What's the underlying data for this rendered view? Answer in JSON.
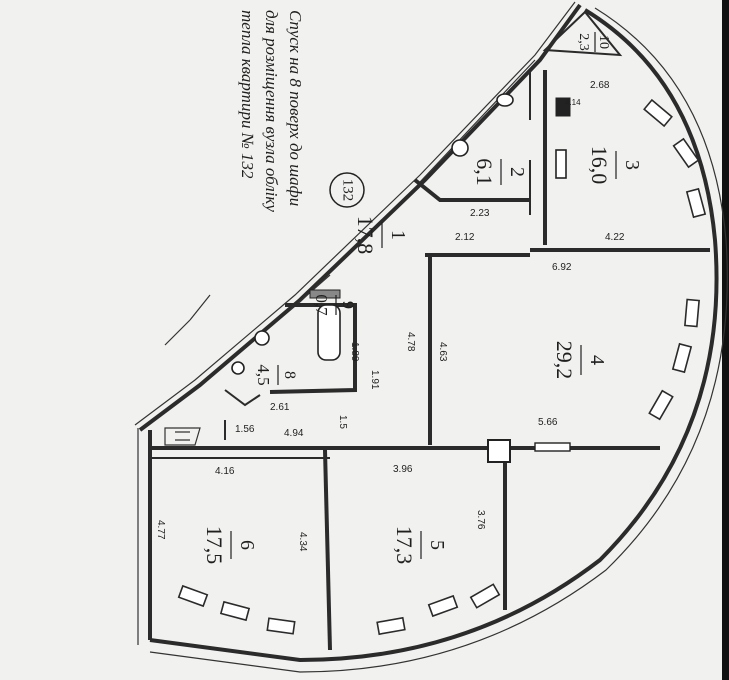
{
  "note": {
    "line1": "Спуск на 8 поверх до шафи",
    "line2": "для розміщення вузла обліку",
    "line3": "тепла квартири № 132"
  },
  "apartment_number": "132",
  "rooms": [
    {
      "id": "r1",
      "number": "1",
      "area": "17,8"
    },
    {
      "id": "r2",
      "number": "2",
      "area": "6,1"
    },
    {
      "id": "r3",
      "number": "3",
      "area": "16,0"
    },
    {
      "id": "r4",
      "number": "4",
      "area": "29,2"
    },
    {
      "id": "r5",
      "number": "5",
      "area": "17,3"
    },
    {
      "id": "r6",
      "number": "6",
      "area": "17,5"
    },
    {
      "id": "r8",
      "number": "8",
      "area": "4,5"
    },
    {
      "id": "r9",
      "number": "9",
      "area": "0,7"
    },
    {
      "id": "r10",
      "number": "10",
      "area": "2,3"
    }
  ],
  "dimensions": {
    "d268": "2.68",
    "d223": "2.23",
    "d212": "2.12",
    "d422": "4.22",
    "d692": "6.92",
    "d478": "4.78",
    "d463": "4.63",
    "d566": "5.66",
    "d376": "3.76",
    "d396": "3.96",
    "d416": "4.16",
    "d494": "4.94",
    "d434": "4.34",
    "d189": "1.89",
    "d191": "1.91",
    "d261": "2.61",
    "d15": "1.5",
    "d156": "1.56",
    "d477": "4.77",
    "d414": "4.14"
  }
}
